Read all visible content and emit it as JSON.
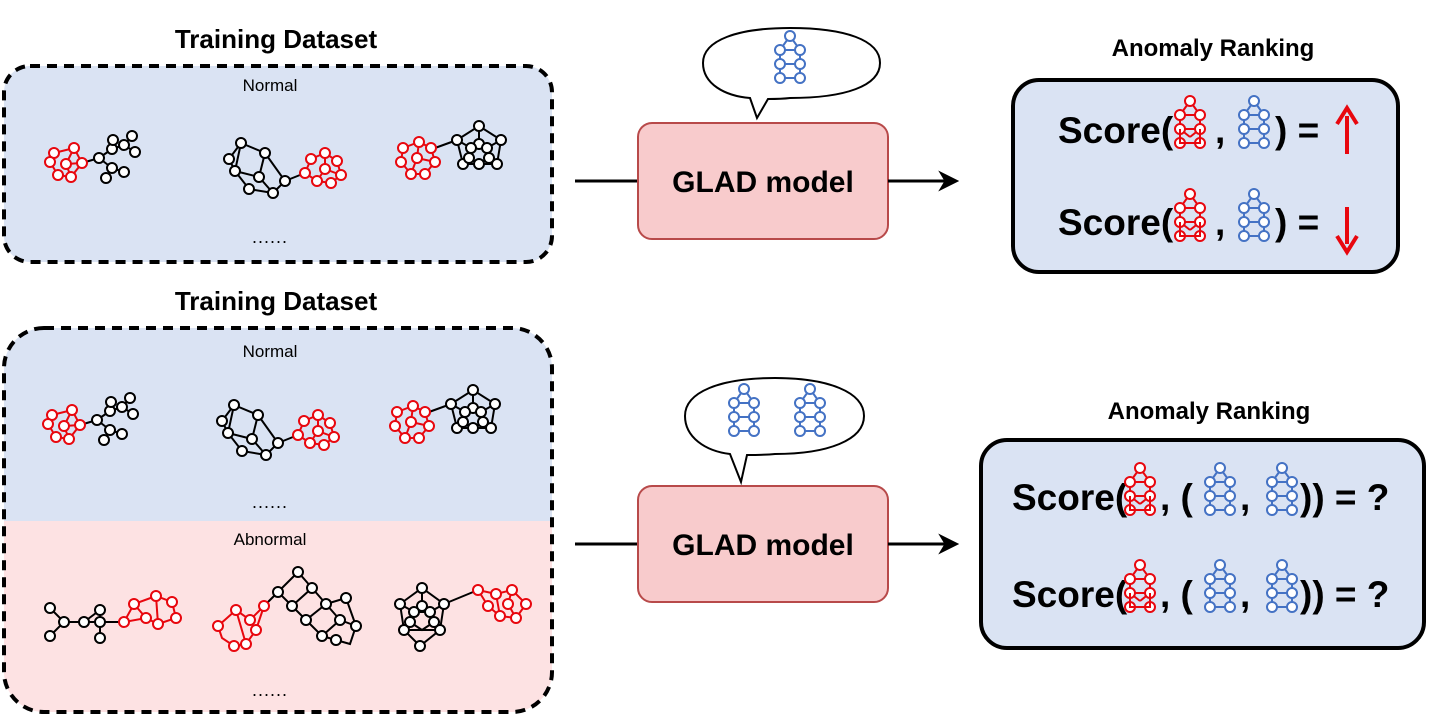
{
  "colors": {
    "normal_bg": "#dae3f3",
    "abnormal_bg": "#fde2e3",
    "model_fill": "#f8cbcc",
    "model_stroke": "#b84a4a",
    "graph_red": "#e8070e",
    "graph_black": "#000000",
    "graph_blue": "#4472c4",
    "arrow_up": "#e8070e",
    "arrow_down": "#e8070e"
  },
  "icons": [
    "speech-bubble-icon",
    "arrow-right-icon",
    "arrow-up-icon",
    "arrow-down-icon",
    "graph-icon"
  ],
  "top": {
    "dataset_title": "Training Dataset",
    "normal_label": "Normal",
    "ellipsis": "......",
    "model_label": "GLAD model",
    "ranking_title": "Anomaly Ranking",
    "score_prefix_1": "Score(",
    "score_sep_1": ",",
    "score_suffix_1": ") =",
    "score_prefix_2": "Score(",
    "score_sep_2": ",",
    "score_suffix_2": ") ="
  },
  "bottom": {
    "dataset_title": "Training Dataset",
    "normal_label": "Normal",
    "normal_ellipsis": "......",
    "abnormal_label": "Abnormal",
    "abnormal_ellipsis": "......",
    "model_label": "GLAD model",
    "ranking_title": "Anomaly Ranking",
    "score_prefix_1": "Score(",
    "score_mid_1": ", (",
    "score_sep_1": ",",
    "score_suffix_1": ")) = ?",
    "score_prefix_2": "Score(",
    "score_mid_2": ", (",
    "score_sep_2": ",",
    "score_suffix_2": ")) = ?"
  }
}
